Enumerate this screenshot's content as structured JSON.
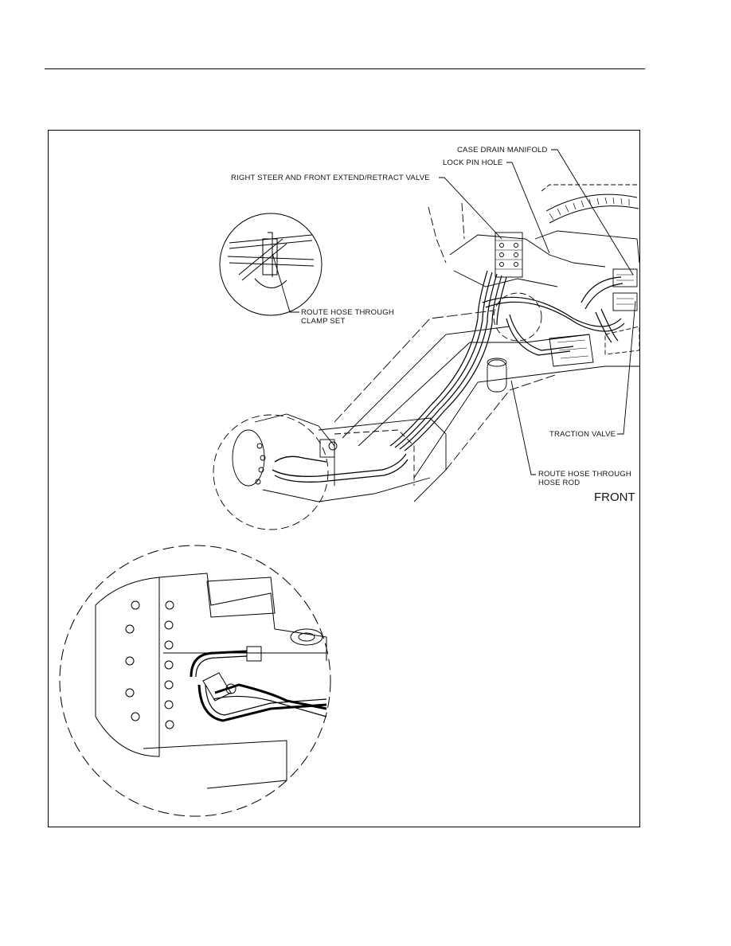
{
  "labels": {
    "case_drain_manifold": "CASE DRAIN MANIFOLD",
    "lock_pin_hole": "LOCK PIN HOLE",
    "right_steer_valve": "RIGHT STEER AND FRONT EXTEND/RETRACT VALVE",
    "route_hose_clamp_line1": "ROUTE HOSE THROUGH",
    "route_hose_clamp_line2": "CLAMP SET",
    "traction_valve": "TRACTION VALVE",
    "route_hose_rod_line1": "ROUTE HOSE THROUGH",
    "route_hose_rod_line2": "HOSE ROD",
    "front": "FRONT"
  }
}
